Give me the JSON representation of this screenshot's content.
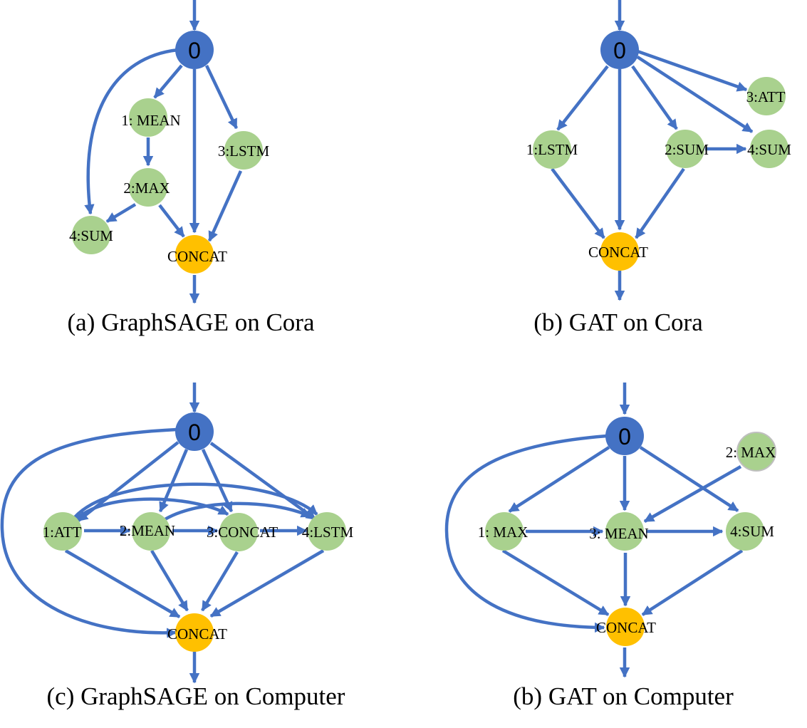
{
  "panels": [
    {
      "caption": "(a) GraphSAGE on Cora",
      "input_label": "0",
      "node_labels": [
        "1: MEAN",
        "2:MAX",
        "3:LSTM",
        "4:SUM",
        "CONCAT"
      ]
    },
    {
      "caption": "(b) GAT on Cora",
      "input_label": "0",
      "node_labels": [
        "1:LSTM",
        "2:SUM",
        "3:ATT",
        "4:SUM",
        "CONCAT"
      ]
    },
    {
      "caption": "(c) GraphSAGE on Computer",
      "input_label": "0",
      "node_labels": [
        "1:ATT",
        "2:MEAN",
        "3:CONCAT",
        "4:LSTM",
        "CONCAT"
      ]
    },
    {
      "caption": "(b) GAT on Computer",
      "input_label": "0",
      "node_labels": [
        "1: MAX",
        "2: MAX",
        "3: MEAN",
        "4:SUM",
        "CONCAT"
      ]
    }
  ],
  "colors": {
    "edge": "#4472c4",
    "input_node": "#4472c4",
    "operation_node": "#a9d18e",
    "concat_node": "#ffc000"
  }
}
